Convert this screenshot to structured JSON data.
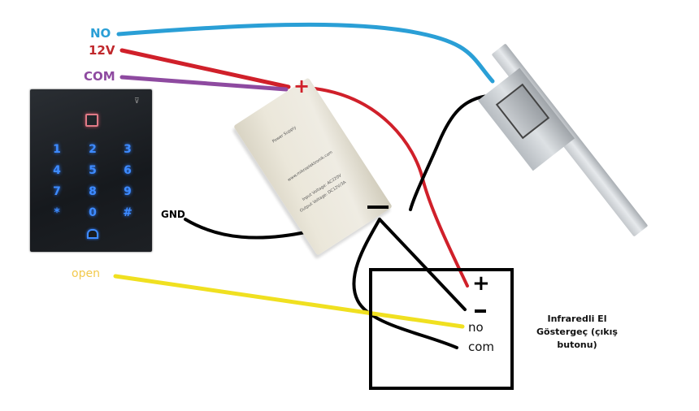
{
  "title": "Keypad access control wiring diagram",
  "colors": {
    "no_wire": "#2a9fd6",
    "v12_wire": "#d0202a",
    "com_wire": "#8e4aa0",
    "gnd_wire": "#000000",
    "open_wire": "#f0e020",
    "no_label": "#2a9fd6",
    "v12_label": "#c0282c",
    "com_label": "#8e4aa0",
    "open_label": "#f2c94c"
  },
  "wire_labels": {
    "no": "NO",
    "v12": "12V",
    "com": "COM",
    "gnd": "GND",
    "open": "open"
  },
  "keypad": {
    "name": "keypad",
    "keys": [
      "1",
      "2",
      "3",
      "4",
      "5",
      "6",
      "7",
      "8",
      "9",
      "*",
      "0",
      "#"
    ],
    "card_icon": "card-reader-icon",
    "bell_icon": "bell-icon",
    "wifi_icon": "antenna-icon"
  },
  "power_supply": {
    "plus_sign": "+",
    "minus_sign": "—",
    "label_line1": "Power Supply",
    "label_line2": "www.mikroelektronik.com",
    "label_line3": "Input Voltage: AC220V",
    "label_line4": "Output Voltage: DC12V/3A"
  },
  "exit_button": {
    "plus_sign": "+",
    "minus_sign": "−",
    "terminal_no": "no",
    "terminal_com": "com",
    "caption": "Infraredli El Göstergeç (çıkış butonu)"
  }
}
